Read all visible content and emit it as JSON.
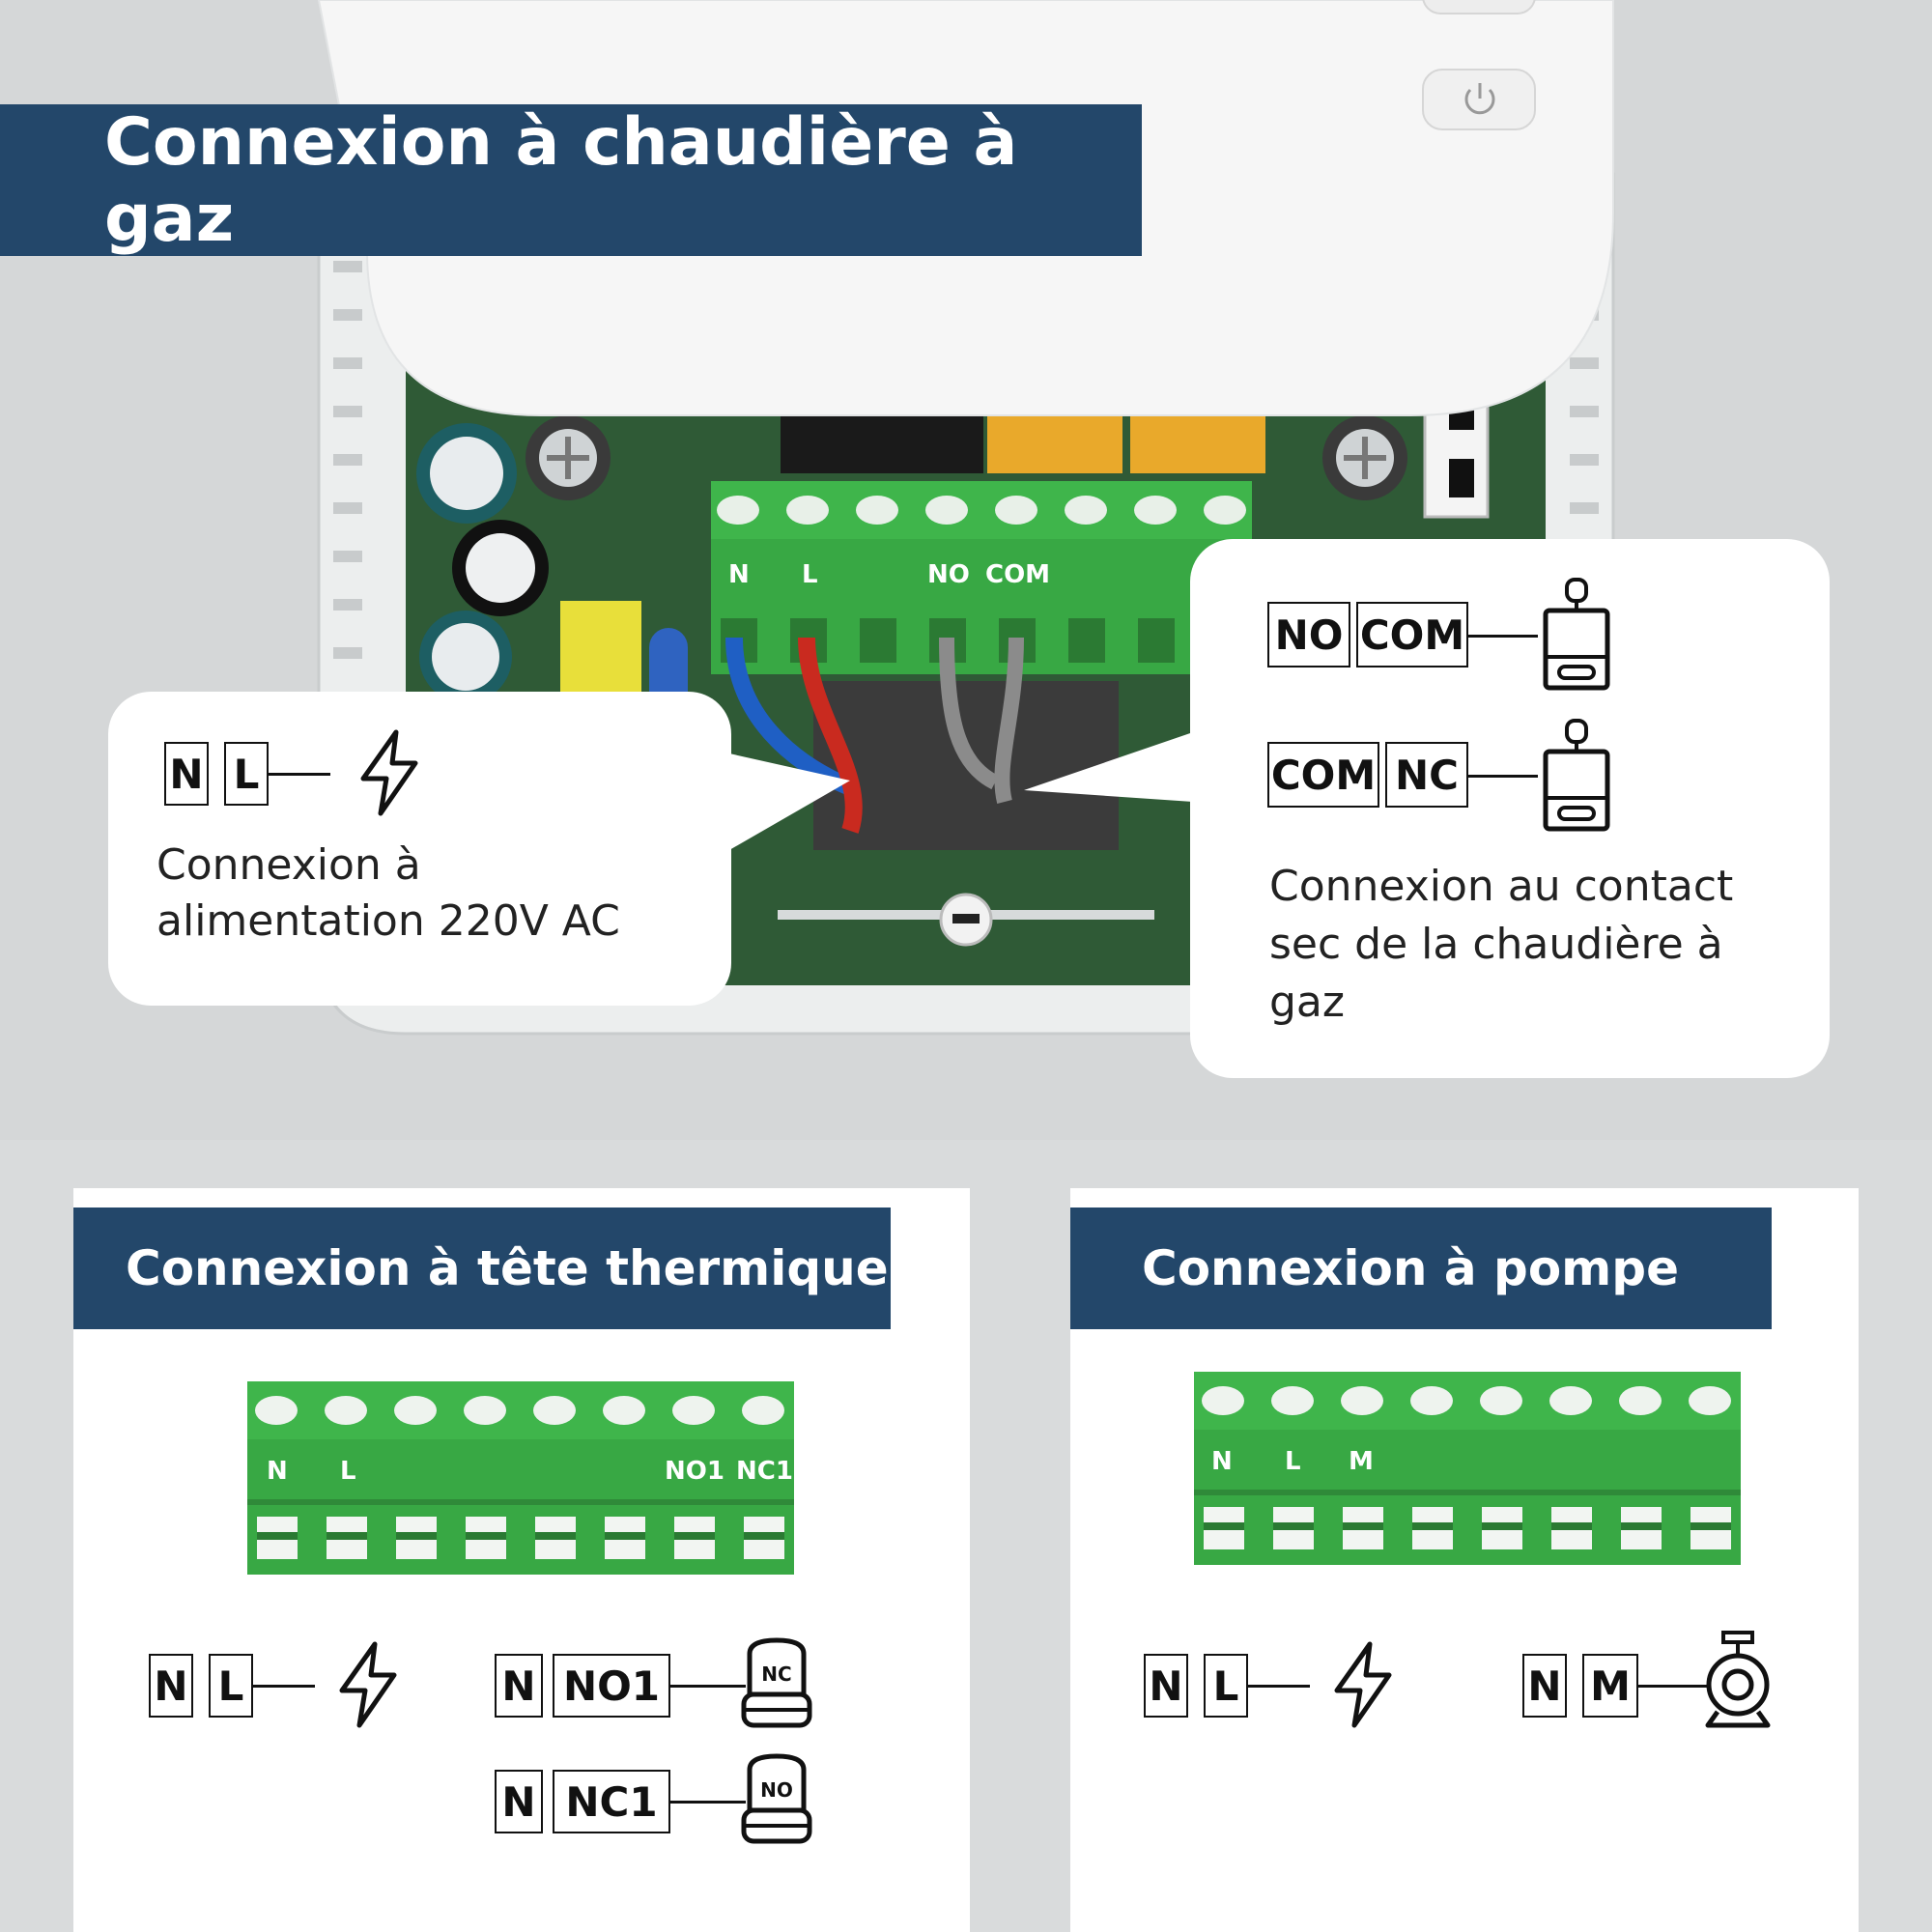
{
  "sections": {
    "gas": {
      "title": "Connexion à chaudière à gaz",
      "terminal_labels": [
        "N",
        "L",
        "NO",
        "COM"
      ],
      "power": {
        "terminals": [
          "N",
          "L"
        ],
        "desc_line1": "Connexion à",
        "desc_line2": "alimentation 220V AC"
      },
      "contact": {
        "pair1": [
          "NO",
          "COM"
        ],
        "pair2": [
          "COM",
          "NC"
        ],
        "desc_line1": "Connexion au contact",
        "desc_line2": "sec de la chaudière à",
        "desc_line3": "gaz"
      }
    },
    "thermal": {
      "title": "Connexion à tête thermique",
      "terminal_labels": [
        "N",
        "L",
        "NO1",
        "NC1"
      ],
      "power": [
        "N",
        "L"
      ],
      "row1": [
        "N",
        "NO1"
      ],
      "row2": [
        "N",
        "NC1"
      ],
      "actuator1_text": "NC",
      "actuator2_text": "NO"
    },
    "pump": {
      "title": "Connexion à pompe",
      "terminal_labels": [
        "N",
        "L",
        "M"
      ],
      "power": [
        "N",
        "L"
      ],
      "pump_terminals": [
        "N",
        "M"
      ]
    }
  },
  "colors": {
    "banner": "#23476a",
    "terminal_green": "#3fb54b",
    "wire_blue": "#1f5fc4",
    "wire_red": "#c92a1f",
    "pcb": "#2f5a36"
  },
  "icons": [
    "lightning-icon",
    "boiler-icon",
    "thermal-actuator-icon",
    "pump-icon",
    "screw-icon",
    "power-button-icon"
  ]
}
